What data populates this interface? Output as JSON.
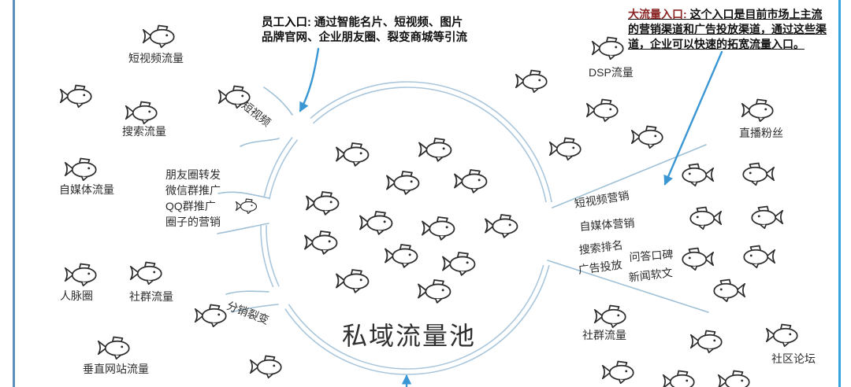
{
  "annotations": {
    "employee_entry": {
      "title": "员工入口:",
      "lines": [
        "通过智能名片、短视频、图片",
        "品牌官网、企业朋友圈、裂变商城等引流"
      ]
    },
    "big_traffic_entry": {
      "title": "大流量入口:",
      "lines": [
        "这个入口是目前市场上主流",
        "的营销渠道和广告投放渠道，通过这些渠",
        "道，企业可以快速的拓宽流量入口。"
      ]
    }
  },
  "pool": {
    "title": "私域流量池"
  },
  "traffic_sources_left": [
    {
      "label": "短视频流量"
    },
    {
      "label": "搜索流量"
    },
    {
      "label": "自媒体流量"
    },
    {
      "label": "人脉圈"
    },
    {
      "label": "社群流量"
    },
    {
      "label": "垂直网站流量"
    }
  ],
  "traffic_sources_right": [
    {
      "label": "DSP流量"
    },
    {
      "label": "直播粉丝"
    },
    {
      "label": "社群流量"
    },
    {
      "label": "社区论坛"
    }
  ],
  "entry_channels": {
    "short_video": "短视频",
    "distribution_fission": "分销裂变",
    "social_marketing": [
      "朋友圈转发",
      "微信群推广",
      "QQ群推广",
      "圈子的营销"
    ],
    "paid_marketing": [
      "短视频营销",
      "自媒体营销",
      "搜索排名",
      "广告投放",
      "问答口碑",
      "新闻软文"
    ]
  },
  "colors": {
    "pool_stroke": "#a9c6dc",
    "funnel_stroke": "#9fc0d6",
    "arrow_blue": "#3a97d3",
    "border_left": "#5b8fba",
    "border_right": "#35a3dc",
    "annotation_title_red": "#8b2525",
    "ink": "#2d2d2d"
  }
}
